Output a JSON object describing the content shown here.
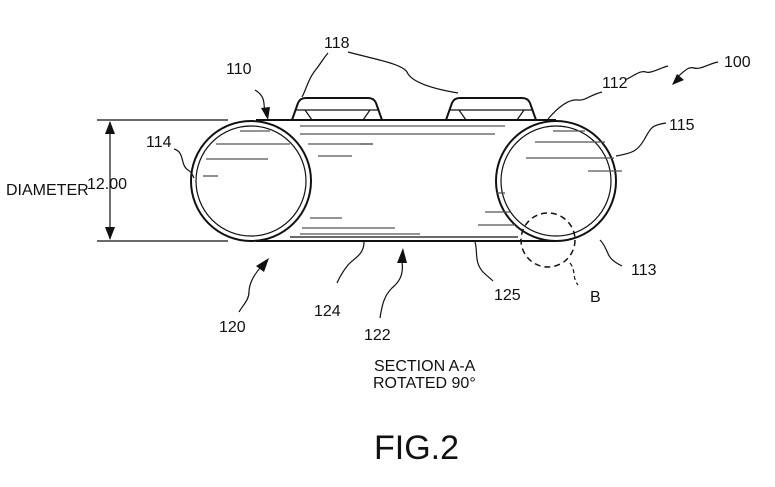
{
  "figure": {
    "title": "FIG.2",
    "section_line1": "SECTION A-A",
    "section_line2": "ROTATED 90°"
  },
  "dimension": {
    "label": "DIAMETER",
    "value": "12.00"
  },
  "reference_numerals": {
    "assembly": "100",
    "upper_side": "110",
    "upper_right": "112",
    "lower_right": "113",
    "left_tube": "114",
    "right_tube": "115",
    "fasteners": "118",
    "lower_side": "120",
    "bottom_panel": "122",
    "bottom_left_skin": "124",
    "bottom_right_skin": "125",
    "detail": "B"
  }
}
